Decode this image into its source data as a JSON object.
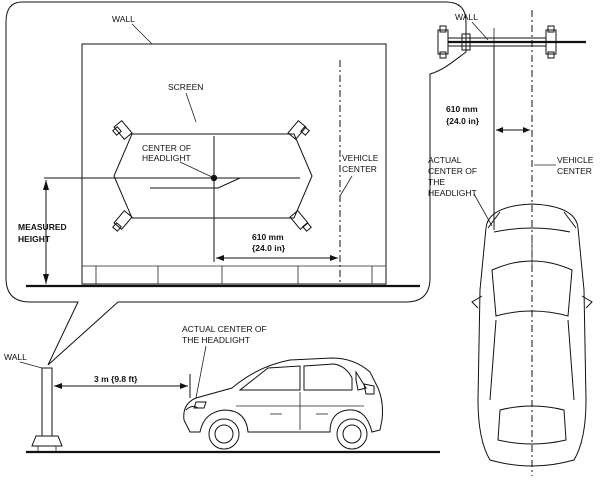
{
  "labels": {
    "wall_callout": "WALL",
    "screen": "SCREEN",
    "center_of_headlight_1": "CENTER OF",
    "center_of_headlight_2": "HEADLIGHT",
    "vehicle_center_1": "VEHICLE",
    "vehicle_center_2": "CENTER",
    "measured_height_1": "MEASURED",
    "measured_height_2": "HEIGHT",
    "distance_mm": "610 mm",
    "distance_in": "{24.0 in}",
    "top_wall": "WALL",
    "top_distance_mm": "610 mm",
    "top_distance_in": "{24.0 in}",
    "actual_center_1": "ACTUAL",
    "actual_center_2": "CENTER OF",
    "actual_center_3": "THE",
    "actual_center_4": "HEADLIGHT",
    "top_vehicle_center_1": "VEHICLE",
    "top_vehicle_center_2": "CENTER",
    "side_actual_center_1": "ACTUAL CENTER OF",
    "side_actual_center_2": "THE HEADLIGHT",
    "side_wall": "WALL",
    "side_distance": "3 m {9.8 ft}"
  }
}
